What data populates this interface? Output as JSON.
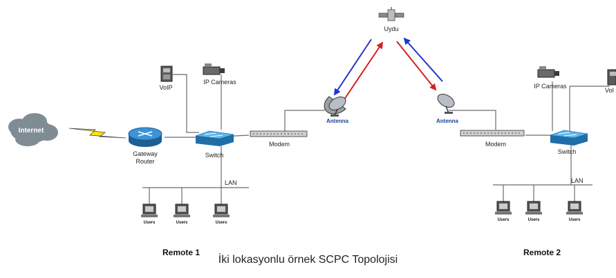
{
  "satellite": {
    "label": "Uydu"
  },
  "internet": {
    "label": "Internet"
  },
  "remote1": {
    "title": "Remote 1",
    "gateway_label_1": "Gateway",
    "gateway_label_2": "Router",
    "switch_label": "Switch",
    "voip_label": "VoIP",
    "camera_label": "IP Cameras",
    "modem_label": "Modem",
    "antenna_label": "Antenna",
    "lan_label": "LAN",
    "users": [
      "Users",
      "Users",
      "Users"
    ]
  },
  "remote2": {
    "title": "Remote 2",
    "switch_label": "Switch",
    "voip_label": "VoI",
    "camera_label": "IP Cameras",
    "modem_label": "Modem",
    "antenna_label": "Antenna",
    "lan_label": "LAN",
    "users": [
      "Users",
      "Users",
      "Users"
    ]
  },
  "colors": {
    "uplink": "#d42020",
    "downlink": "#2233cc",
    "switch": "#3a9ee0",
    "router": "#2a7fc0",
    "cloud": "#7f8c94"
  },
  "caption": "İki lokasyonlu örnek SCPC Topolojisi"
}
